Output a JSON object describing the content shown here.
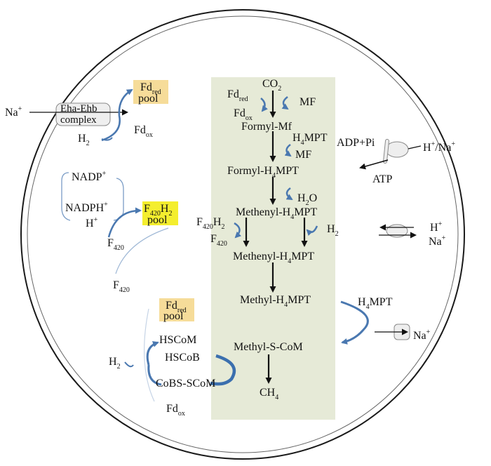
{
  "colors": {
    "membrane": "#1a1a1a",
    "panel": "#e6ead7",
    "fd_pool": "#f6dc99",
    "f420_pool": "#f4ee2e",
    "arrow_blue": "#4a78b0",
    "arrow_black": "#111111"
  },
  "diagram": {
    "co2": {
      "base": "CO",
      "sub": "2"
    },
    "fd_red_top": {
      "base": "Fd",
      "sub": "red"
    },
    "fd_ox_top": {
      "base": "Fd",
      "sub": "ox"
    },
    "mf_top": "MF",
    "formyl_mf": "Formyl-Mf",
    "h4mpt_1": {
      "pre": "H",
      "sub": "4",
      "post": "MPT"
    },
    "mf_2": "MF",
    "formyl_h4mpt": {
      "pre": "Formyl-H",
      "sub": "4",
      "post": "MPT"
    },
    "h2o": {
      "pre": "H",
      "sub": "2",
      "post": "O"
    },
    "methenyl_h4mpt": {
      "pre": "Methenyl-H",
      "sub": "4",
      "post": "MPT"
    },
    "f420h2_left": {
      "pre": "F",
      "sub1": "420",
      "mid": "H",
      "sub2": "2"
    },
    "f420_left": {
      "pre": "F",
      "sub": "420"
    },
    "h2_mid": {
      "pre": "H",
      "sub": "2"
    },
    "methylene_h4mpt": {
      "pre": "Methenyl-H",
      "sub": "4",
      "post": "MPT"
    },
    "methyl_h4mpt": {
      "pre": "Methyl-H",
      "sub": "4",
      "post": "MPT"
    },
    "methyl_scom": "Methyl-S-CoM",
    "ch4": {
      "pre": "CH",
      "sub": "4"
    },
    "na_left": {
      "base": "Na",
      "sup": "+"
    },
    "eha_ehb_1": "Eha-Ehb",
    "eha_ehb_2": "complex",
    "h2_eha": {
      "pre": "H",
      "sub": "2"
    },
    "fd_ox_eha": {
      "base": "Fd",
      "sub": "ox"
    },
    "fd_pool_1": {
      "line1_base": "Fd",
      "line1_sub": "red",
      "line2": "pool"
    },
    "nadp_plus": {
      "base": "NADP",
      "sup": "+"
    },
    "nadph_plus": {
      "base": "NADPH",
      "sup": "+"
    },
    "h_plus_nadph": {
      "base": "H",
      "sup": "+"
    },
    "f420h2_pool": {
      "pre": "F",
      "sub1": "420",
      "mid": "H",
      "sub2": "2",
      "line2": "pool"
    },
    "f420_a": {
      "pre": "F",
      "sub": "420"
    },
    "f420_b": {
      "pre": "F",
      "sub": "420"
    },
    "fd_pool_2": {
      "line1_base": "Fd",
      "line1_sub": "red",
      "line2": "pool"
    },
    "hscom": "HSCoM",
    "hscob": "HSCoB",
    "cobs_scom": "CoBS-SCoM",
    "h2_hdr": {
      "pre": "H",
      "sub": "2"
    },
    "fd_ox_bottom": {
      "base": "Fd",
      "sub": "ox"
    },
    "adp_pi": "ADP+Pi",
    "atp": "ATP",
    "h_na_right": {
      "b1": "H",
      "s1": "+",
      "mid": "/Na",
      "s2": "+"
    },
    "h_plus_right": {
      "base": "H",
      "sup": "+"
    },
    "na_plus_right": {
      "base": "Na",
      "sup": "+"
    },
    "h4mpt_right": {
      "pre": "H",
      "sub": "4",
      "post": "MPT"
    },
    "na_plus_bottom": {
      "base": "Na",
      "sup": "+"
    }
  }
}
